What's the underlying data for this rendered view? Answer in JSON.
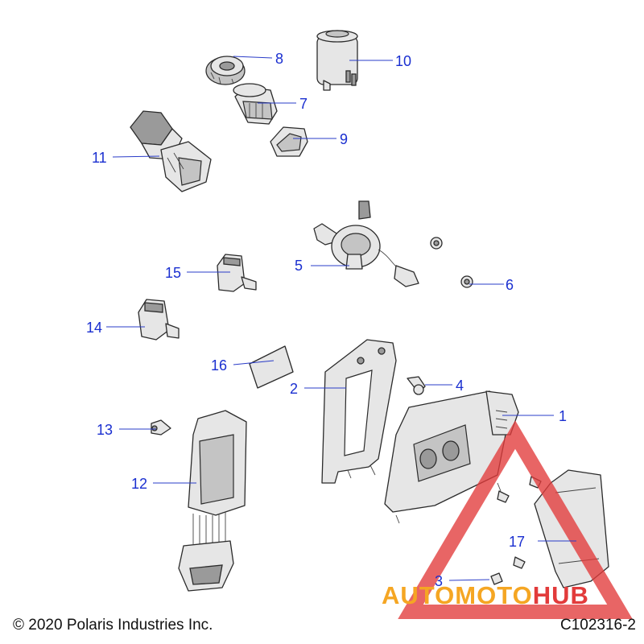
{
  "diagram": {
    "callouts": [
      {
        "id": "1",
        "label": "1"
      },
      {
        "id": "2",
        "label": "2"
      },
      {
        "id": "3",
        "label": "3"
      },
      {
        "id": "4",
        "label": "4"
      },
      {
        "id": "5",
        "label": "5"
      },
      {
        "id": "6",
        "label": "6"
      },
      {
        "id": "7",
        "label": "7"
      },
      {
        "id": "8",
        "label": "8"
      },
      {
        "id": "9",
        "label": "9"
      },
      {
        "id": "10",
        "label": "10"
      },
      {
        "id": "11",
        "label": "11"
      },
      {
        "id": "12",
        "label": "12"
      },
      {
        "id": "13",
        "label": "13"
      },
      {
        "id": "14",
        "label": "14"
      },
      {
        "id": "15",
        "label": "15"
      },
      {
        "id": "16",
        "label": "16"
      },
      {
        "id": "17",
        "label": "17"
      }
    ],
    "copyright": "© 2020 Polaris Industries Inc.",
    "drawing_number": "C102316-2"
  },
  "watermark": {
    "part1": "AUTOMOTO",
    "part2": "HUB",
    "color_orange": "#f5a623",
    "color_red": "#e23b3b"
  },
  "colors": {
    "callout": "#1a2fd0",
    "line_art": "#2b2b2b"
  }
}
